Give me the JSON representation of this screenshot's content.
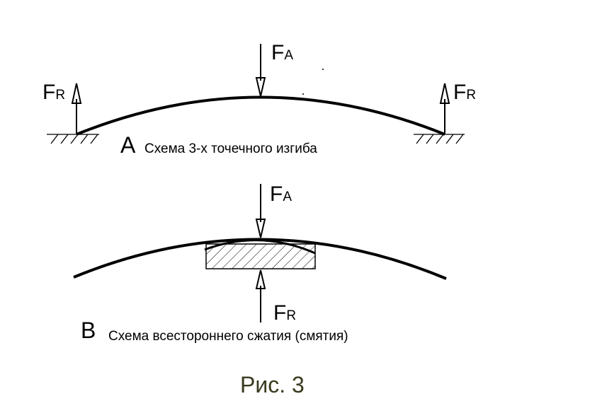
{
  "scheme_a": {
    "letter": "A",
    "caption": "Схема 3-х точечного изгиба",
    "force_top": {
      "main": "F",
      "sub": "A"
    },
    "force_left": {
      "main": "F",
      "sub": "R"
    },
    "force_right": {
      "main": "F",
      "sub": "R"
    }
  },
  "scheme_b": {
    "letter": "B",
    "caption": "Схема всестороннего сжатия (смятия)",
    "force_top": {
      "main": "F",
      "sub": "A"
    },
    "force_bottom": {
      "main": "F",
      "sub": "R"
    }
  },
  "figure_label": "Рис. 3",
  "colors": {
    "ink": "#000000",
    "figure_label": "#3a3a1f",
    "background": "#ffffff"
  }
}
